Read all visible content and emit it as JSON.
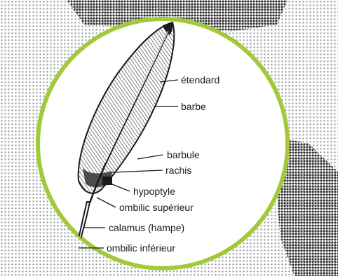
{
  "diagram": {
    "labels": [
      {
        "key": "etendard",
        "text": "étendard"
      },
      {
        "key": "barbe",
        "text": "barbe"
      },
      {
        "key": "barbule",
        "text": "barbule"
      },
      {
        "key": "rachis",
        "text": "rachis"
      },
      {
        "key": "hypoptyle",
        "text": "hypoptyle"
      },
      {
        "key": "ombilic-superieur",
        "text": "ombilic supérieur"
      },
      {
        "key": "calamus",
        "text": "calamus (hampe)"
      },
      {
        "key": "ombilic-inferieur",
        "text": "ombilic inférieur"
      }
    ],
    "colors": {
      "circle_stroke": "#a3c93a",
      "ink": "#1a1a1a",
      "halftone": "#2a2a2a",
      "background": "#ffffff"
    }
  }
}
